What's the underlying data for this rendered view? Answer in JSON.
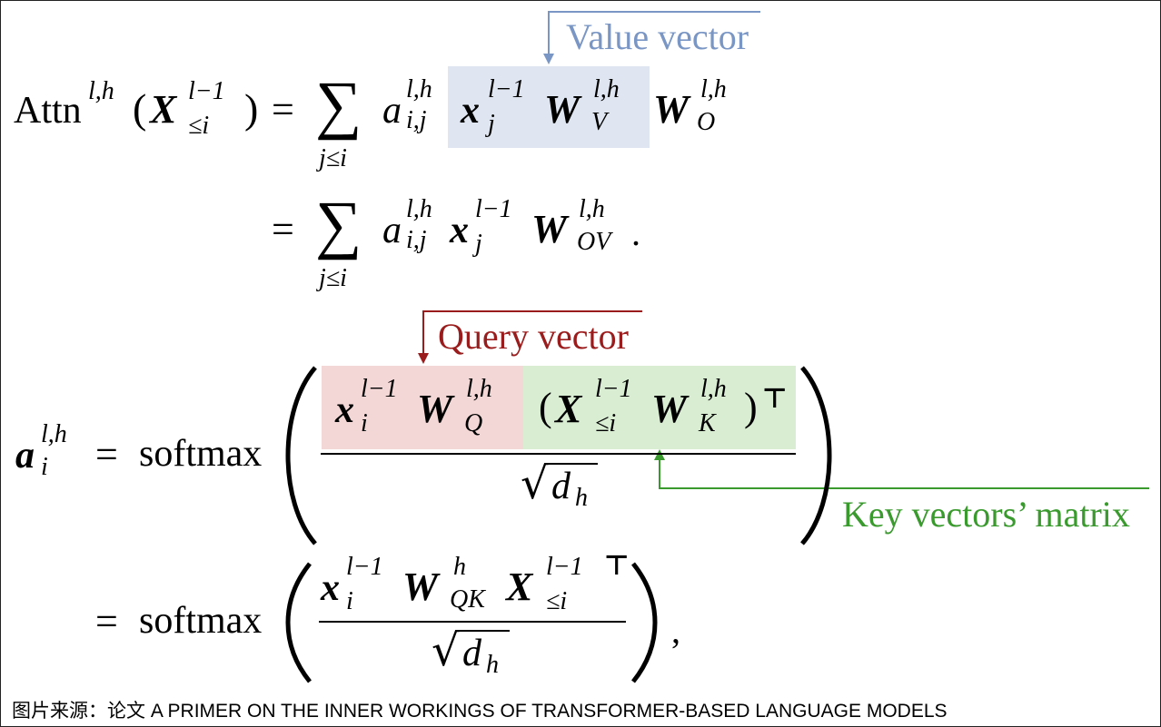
{
  "annotations": {
    "value_vector": {
      "label": "Value vector",
      "color": "#7a96c4"
    },
    "query_vector": {
      "label": "Query vector",
      "color": "#9b1c1c"
    },
    "key_matrix": {
      "label": "Key vectors’ matrix",
      "color": "#3a9a2e"
    }
  },
  "highlights": {
    "value_fill": "#dfe6f1",
    "query_fill": "#f3d6d6",
    "key_fill": "#d8edd2"
  },
  "math": {
    "attn": "Attn",
    "lh": "l,h",
    "X": "X",
    "x": "x",
    "W": "W",
    "a": "a",
    "l_minus_1": "l−1",
    "le_i": "≤i",
    "eq": "=",
    "paren_open": "(",
    "paren_close": ")",
    "sum": "∑",
    "j_le_i": "j≤i",
    "ij": "i,j",
    "j": "j",
    "i": "i",
    "V": "V",
    "O": "O",
    "OV": "OV",
    "Q": "Q",
    "K": "K",
    "h": "h",
    "QK": "QK",
    "T": "⊤",
    "period": ".",
    "comma": ",",
    "softmax": "softmax",
    "sqrt": "√",
    "d": "d"
  },
  "caption": "图片来源：论文 A PRIMER ON THE INNER WORKINGS OF TRANSFORMER-BASED LANGUAGE MODELS"
}
